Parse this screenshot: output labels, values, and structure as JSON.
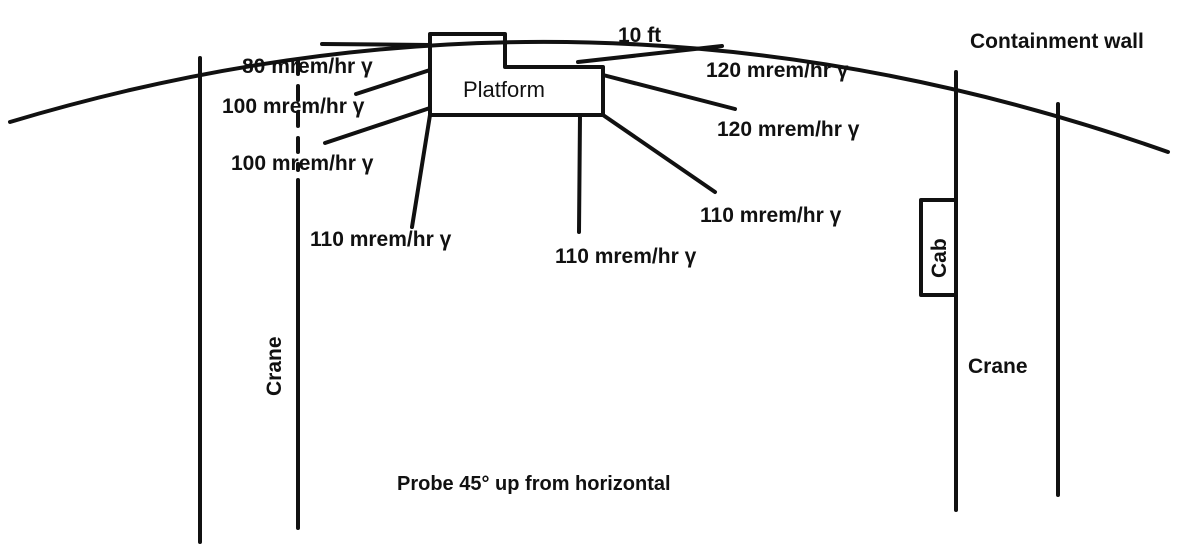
{
  "labels": {
    "containment_wall": "Containment wall",
    "platform": "Platform",
    "cab": "Cab",
    "crane_left": "Crane",
    "crane_right": "Crane",
    "distance": "10 ft",
    "probe_note": "Probe 45° up from horizontal"
  },
  "readings": [
    "80 mrem/hr γ",
    "100 mrem/hr γ",
    "100 mrem/hr γ",
    "110 mrem/hr γ",
    "110 mrem/hr γ",
    "110 mrem/hr γ",
    "120 mrem/hr γ",
    "120 mrem/hr γ"
  ]
}
